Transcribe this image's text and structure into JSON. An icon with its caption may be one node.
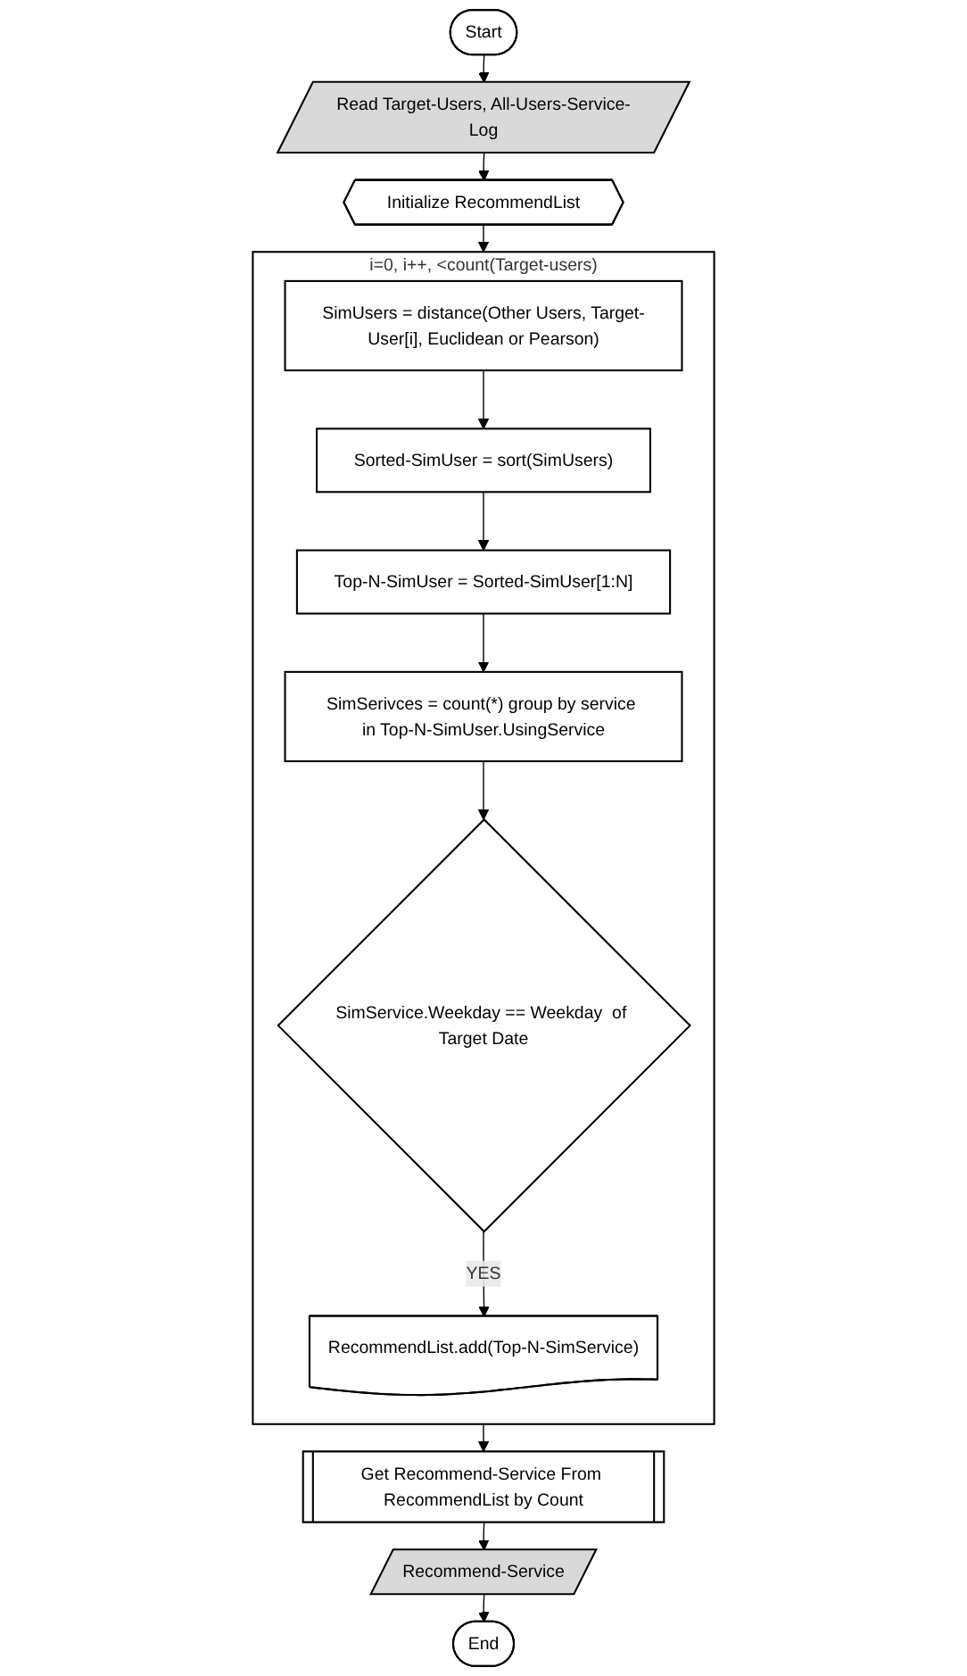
{
  "diagram": {
    "nodes": [
      {
        "text": [
          "Start"
        ]
      },
      {
        "text": [
          "Read Target-Users, All-Users-Service-Log"
        ]
      },
      {
        "text": [
          "Initialize RecommendList"
        ]
      },
      {
        "text": [
          "i=0, i++, <count(Target-users)"
        ]
      },
      {
        "text": [
          "SimUsers = distance(Other Users, Target-User[i], Euclidean or Pearson)"
        ],
        "in": 3
      },
      {
        "text": [
          "Sorted-SimUser = sort(SimUsers)"
        ],
        "in": 3
      },
      {
        "text": [
          "Top-N-SimUser = Sorted-SimUser[1:N]"
        ],
        "in": 3
      },
      {
        "text": [
          "SimSerivces = count(*) group by service in Top-N-SimUser.UsingService"
        ],
        "in": 3
      },
      {
        "text": [
          "SimService.Weekday == Weekday  of Target Date"
        ],
        "in": 3
      },
      {
        "text": [
          "RecommendList.add(Top-N-SimService)"
        ],
        "in": 3
      },
      {
        "text": [
          "Get Recommend-Service From RecommendList by Count"
        ]
      },
      {
        "text": [
          "Recommend-Service"
        ]
      },
      {
        "text": [
          "End"
        ]
      }
    ],
    "edges": [
      {
        "from": 0,
        "to": 1,
        "arrow": "to"
      },
      {
        "from": 1,
        "to": 2,
        "arrow": "to"
      },
      {
        "from": 2,
        "to": 3,
        "arrow": "to"
      },
      {
        "from": 4,
        "to": 5,
        "arrow": "to"
      },
      {
        "from": 5,
        "to": 6,
        "arrow": "to"
      },
      {
        "from": 6,
        "to": 7,
        "arrow": "to"
      },
      {
        "from": 7,
        "to": 8,
        "arrow": "to"
      },
      {
        "from": 8,
        "to": 9,
        "arrow": "to",
        "label": "YES"
      },
      {
        "from": 3,
        "to": 10,
        "arrow": "to"
      },
      {
        "from": 10,
        "to": 11,
        "arrow": "to"
      },
      {
        "from": 11,
        "to": 12,
        "arrow": "to"
      }
    ]
  }
}
